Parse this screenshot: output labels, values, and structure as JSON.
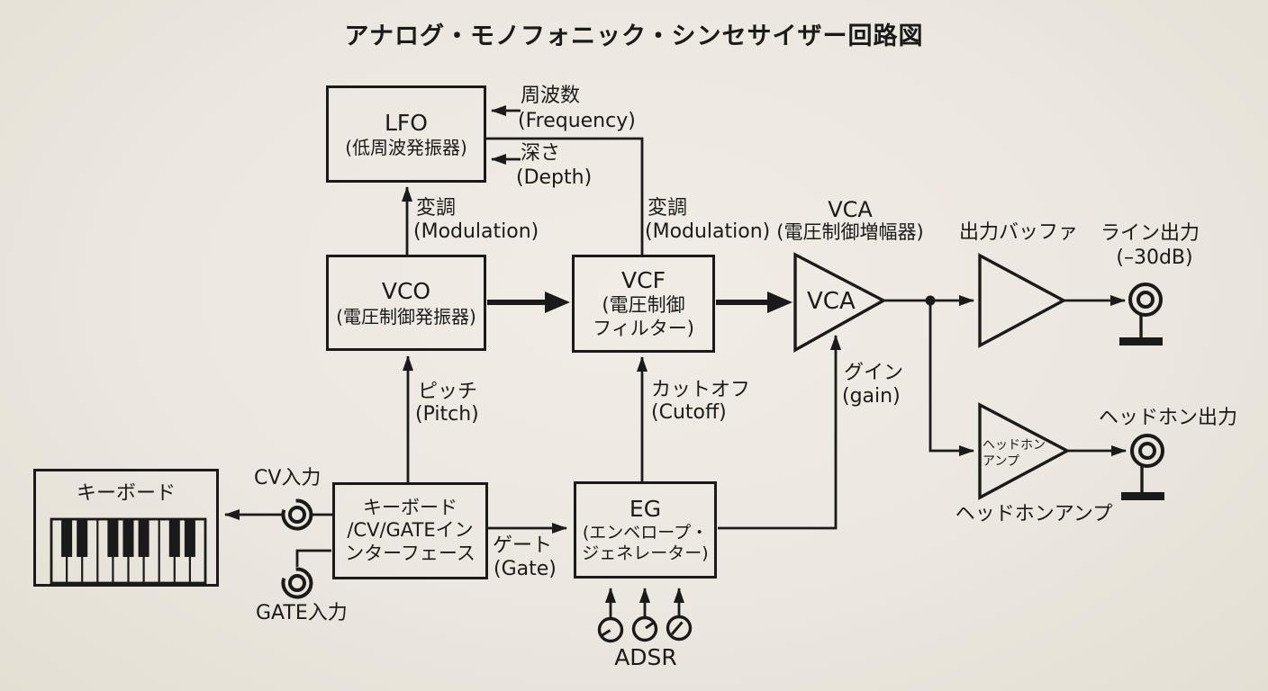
{
  "title": "アナログ・モノフォニック・シンセサイザー回路図",
  "blocks": {
    "lfo": {
      "name": "LFO",
      "desc": "(低周波発振器)"
    },
    "vco": {
      "name": "VCO",
      "desc": "(電圧制御発振器)"
    },
    "vcf": {
      "name": "VCF",
      "desc1": "(電圧制御",
      "desc2": "フィルター)"
    },
    "vca": {
      "name": "VCA",
      "desc": "(電圧制御増幅器)",
      "inside": "VCA"
    },
    "eg": {
      "name": "EG",
      "desc1": "(エンベロープ・",
      "desc2": "ジェネレーター)"
    },
    "interface": {
      "line1": "キーボード",
      "line2": "/CV/GATEイン",
      "line3": "ンターフェース"
    },
    "keyboard": {
      "label": "キーボード"
    },
    "output_buffer": {
      "label": "出力バッファ"
    },
    "headphone_amp": {
      "label": "ヘッドホンアンプ",
      "inside1": "ヘッドホン",
      "inside2": "アンプ"
    }
  },
  "signals": {
    "frequency": {
      "jp": "周波数",
      "en": "(Frequency)"
    },
    "depth": {
      "jp": "深さ",
      "en": "(Depth)"
    },
    "modulation_to_lfo": {
      "jp": "変調",
      "en": "(Modulation)"
    },
    "modulation_to_vcf": {
      "jp": "変調",
      "en": "(Modulation)"
    },
    "pitch": {
      "jp": "ピッチ",
      "en": "(Pitch)"
    },
    "cutoff": {
      "jp": "カットオフ",
      "en": "(Cutoff)"
    },
    "gain": {
      "jp": "グイン",
      "en": "(gain)"
    },
    "gate": {
      "jp": "ゲート",
      "en": "(Gate)"
    }
  },
  "io": {
    "cv_input": "CV入力",
    "gate_input": "GATE入力",
    "line_output": "ライン出力",
    "line_output_level": "(–30dB)",
    "headphone_output": "ヘッドホン出力",
    "adsr": "ADSR"
  },
  "colors": {
    "background": "#ece8e0",
    "ink": "#1a1a1a"
  }
}
